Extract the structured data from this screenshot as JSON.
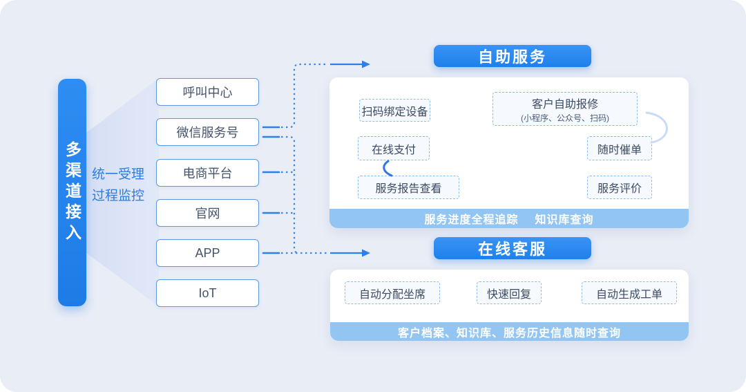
{
  "colors": {
    "accent_blue": "#2787EE",
    "line_blue": "#2F80E6",
    "footer_bar_blue": "#92C5F2",
    "canvas_bg": "#E9EDF6",
    "channel_border": "#5A97E5",
    "dashed_border": "#8BBCF0",
    "dark_text": "#44536B",
    "note_text": "#2C7CE2"
  },
  "left_bar": {
    "label": "多渠道接入"
  },
  "note": {
    "line1": "统一受理",
    "line2": "过程监控"
  },
  "channels": [
    "呼叫中心",
    "微信服务号",
    "电商平台",
    "官网",
    "APP",
    "IoT"
  ],
  "self_service": {
    "title": "自助服务",
    "nodes": {
      "scan_bind": "扫码绑定设备",
      "self_repair_title": "客户自助报修",
      "self_repair_sub": "(小程序、公众号、扫码)",
      "online_pay": "在线支付",
      "urge_order": "随时催单",
      "service_report": "服务报告查看",
      "service_rating": "服务评价"
    },
    "footer_left": "服务进度全程追踪",
    "footer_right": "知识库查询"
  },
  "online_service": {
    "title": "在线客服",
    "nodes": {
      "auto_assign": "自动分配坐席",
      "quick_reply": "快速回复",
      "auto_ticket": "自动生成工单"
    },
    "footer": "客户档案、知识库、服务历史信息随时查询"
  }
}
